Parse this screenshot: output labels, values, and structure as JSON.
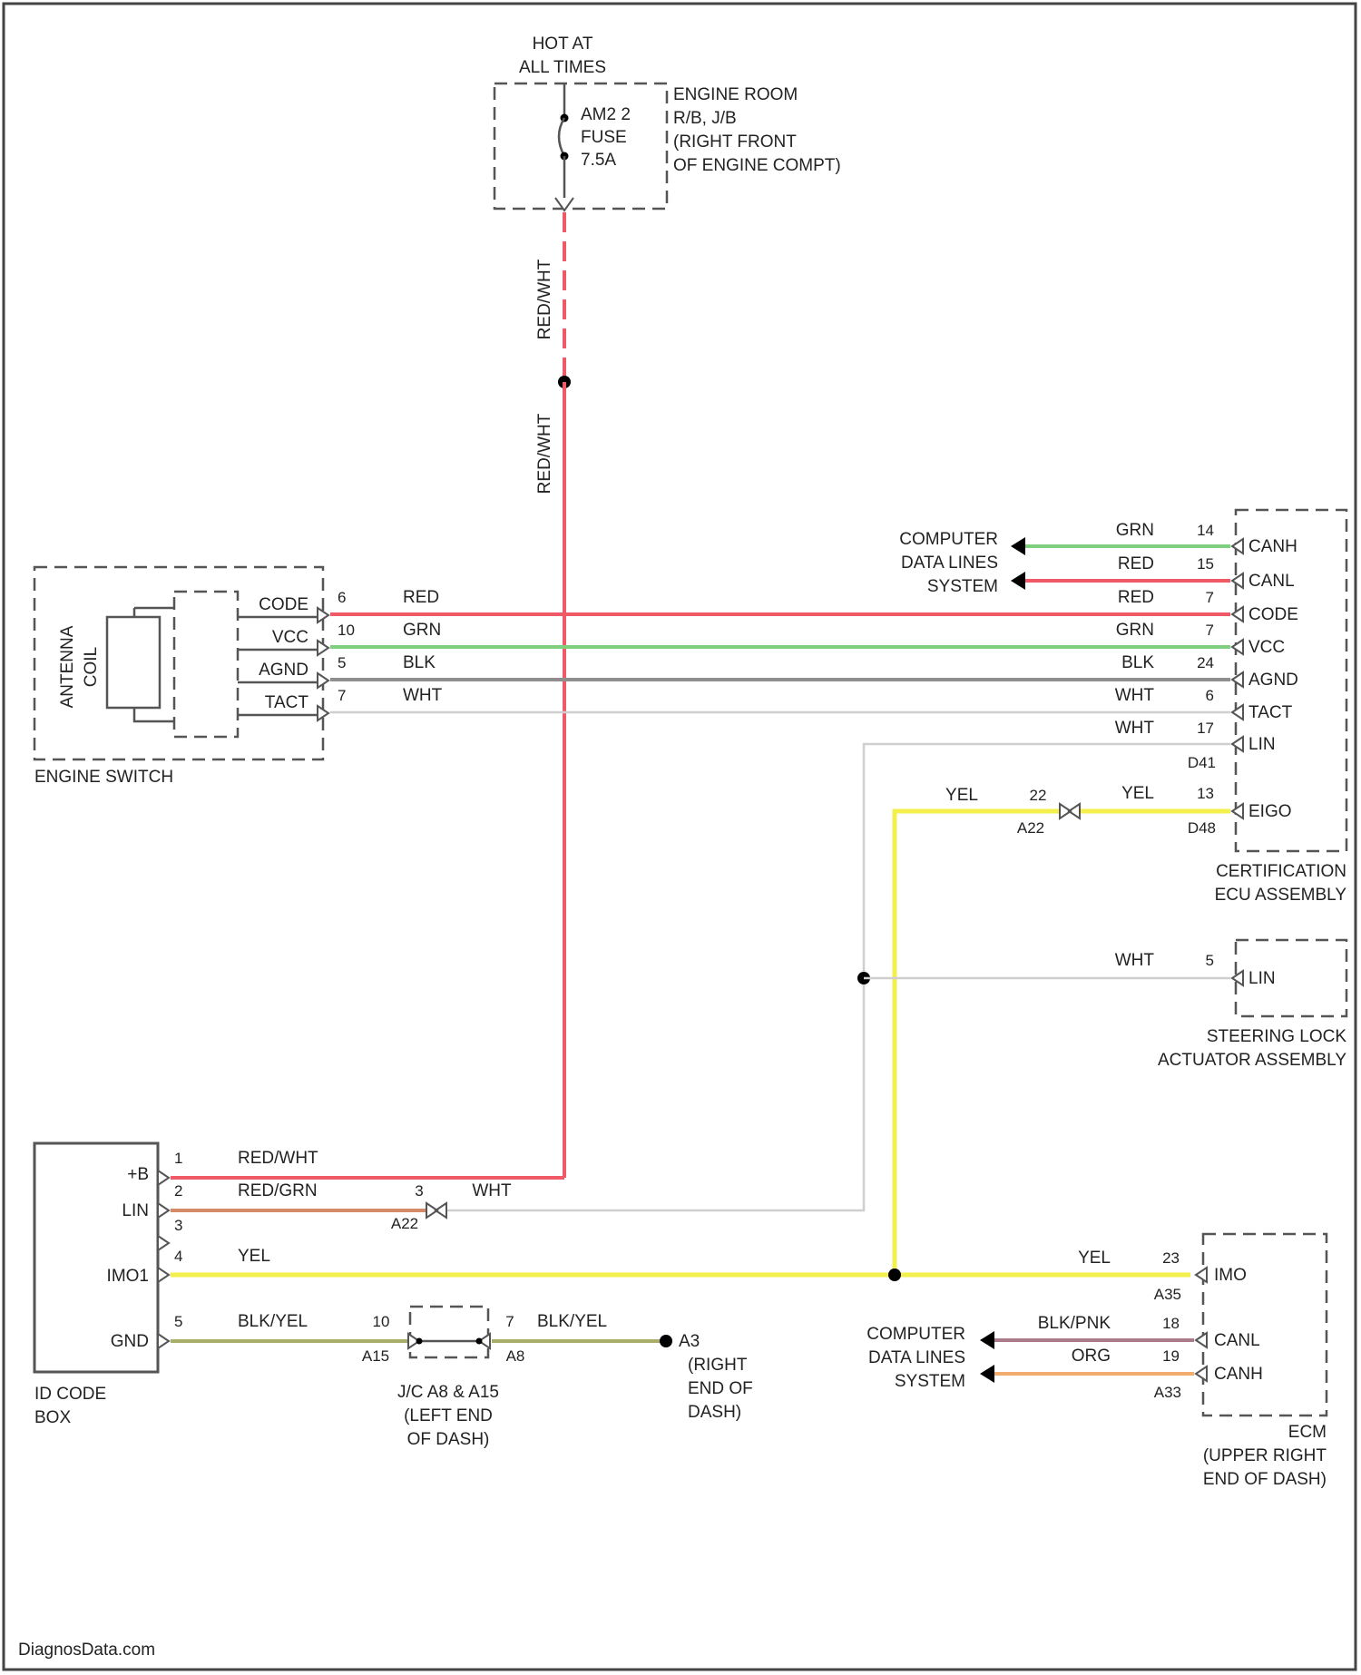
{
  "colors": {
    "red": "#ef5a66",
    "green": "#7ed07e",
    "gray": "#8f8f8f",
    "white_wire": "#cfcfcf",
    "yellow": "#f3ef4d",
    "orange": "#f2ad6e",
    "redgrn": "#d48a66",
    "blkyel": "#a8ad6a",
    "blkpnk": "#aa7c8a"
  },
  "power": {
    "hot_line1": "HOT AT",
    "hot_line2": "ALL TIMES",
    "fuse_line1": "AM2 2",
    "fuse_line2": "FUSE",
    "fuse_line3": "7.5A",
    "jb_line1": "ENGINE ROOM",
    "jb_line2": "R/B, J/B",
    "jb_line3": "(RIGHT FRONT",
    "jb_line4": "OF ENGINE COMPT)",
    "wire_upper": "RED/WHT",
    "wire_lower": "RED/WHT"
  },
  "engine_switch": {
    "name": "ENGINE SWITCH",
    "antenna_line1": "ANTENNA",
    "antenna_line2": "COIL",
    "pins": [
      "CODE",
      "VCC",
      "AGND",
      "TACT"
    ],
    "pin_nums": [
      "6",
      "10",
      "5",
      "7"
    ],
    "wire_colors": [
      "RED",
      "GRN",
      "BLK",
      "WHT"
    ]
  },
  "cert_ecu": {
    "name_line1": "CERTIFICATION",
    "name_line2": "ECU ASSEMBLY",
    "pins": [
      "CANH",
      "CANL",
      "CODE",
      "VCC",
      "AGND",
      "TACT",
      "LIN",
      "EIGO"
    ],
    "pin_nums": [
      "14",
      "15",
      "7",
      "7",
      "24",
      "6",
      "17",
      "13"
    ],
    "wire_colors": [
      "GRN",
      "RED",
      "RED",
      "GRN",
      "BLK",
      "WHT",
      "WHT",
      "YEL"
    ],
    "conn_d41": "D41",
    "conn_d48": "D48",
    "yel_left": "YEL",
    "yel_left_num": "22",
    "conn_a22": "A22"
  },
  "computer_lines": {
    "line1": "COMPUTER",
    "line2": "DATA LINES",
    "line3": "SYSTEM"
  },
  "steering_lock": {
    "name_line1": "STEERING LOCK",
    "name_line2": "ACTUATOR ASSEMBLY",
    "pin": "LIN",
    "pin_num": "5",
    "wire": "WHT"
  },
  "id_code_box": {
    "name_line1": "ID CODE",
    "name_line2": "BOX",
    "pins": [
      "+B",
      "LIN",
      "IMO1",
      "GND"
    ],
    "pin_nums": [
      "1",
      "2",
      "3",
      "4",
      "5"
    ],
    "wire_b": "RED/WHT",
    "wire_lin": "RED/GRN",
    "wire_imo": "YEL",
    "wire_gnd": "BLK/YEL",
    "lin_conn_num": "3",
    "lin_conn": "A22",
    "wht": "WHT"
  },
  "ground": {
    "jc_num_left": "10",
    "jc_conn_left": "A15",
    "jc_num_right": "7",
    "jc_conn_right": "A8",
    "wire_right": "BLK/YEL",
    "jc_line1": "J/C A8 & A15",
    "jc_line2": "(LEFT END",
    "jc_line3": "OF DASH)",
    "ground_id": "A3",
    "ground_line1": "(RIGHT",
    "ground_line2": "END OF",
    "ground_line3": "DASH)"
  },
  "ecm": {
    "name_line1": "ECM",
    "name_line2": "(UPPER RIGHT",
    "name_line3": "END OF DASH)",
    "pins": [
      "IMO",
      "CANL",
      "CANH"
    ],
    "pin_nums": [
      "23",
      "18",
      "19"
    ],
    "wire_colors": [
      "YEL",
      "BLK/PNK",
      "ORG"
    ],
    "conn_a35": "A35",
    "conn_a33": "A33"
  },
  "footer": "DiagnosData.com"
}
